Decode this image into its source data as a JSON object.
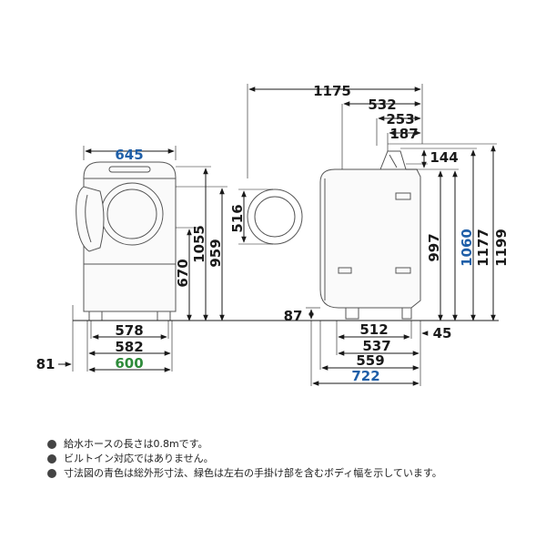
{
  "front": {
    "width_total": "645",
    "height_total": "1055",
    "height_959": "959",
    "height_670": "670",
    "width_578": "578",
    "width_582": "582",
    "width_600": "600",
    "left_81": "81"
  },
  "drum": {
    "diameter": "516"
  },
  "side": {
    "depth_total": "1175",
    "d532": "532",
    "d253": "253",
    "d187": "187",
    "h144": "144",
    "h1177": "1177",
    "h1199": "1199",
    "h1060": "1060",
    "h997": "997",
    "h87": "87",
    "w512": "512",
    "w45": "45",
    "w537": "537",
    "w559": "559",
    "w722": "722"
  },
  "colors": {
    "blue": "#1f5fa8",
    "green": "#2e8b3a",
    "line": "#1a1a1a"
  },
  "notes": [
    "給水ホースの長さは0.8mです。",
    "ビルトイン対応ではありません。",
    "寸法図の青色は総外形寸法、緑色は左右の手掛け部を含むボディ幅を示しています。"
  ]
}
